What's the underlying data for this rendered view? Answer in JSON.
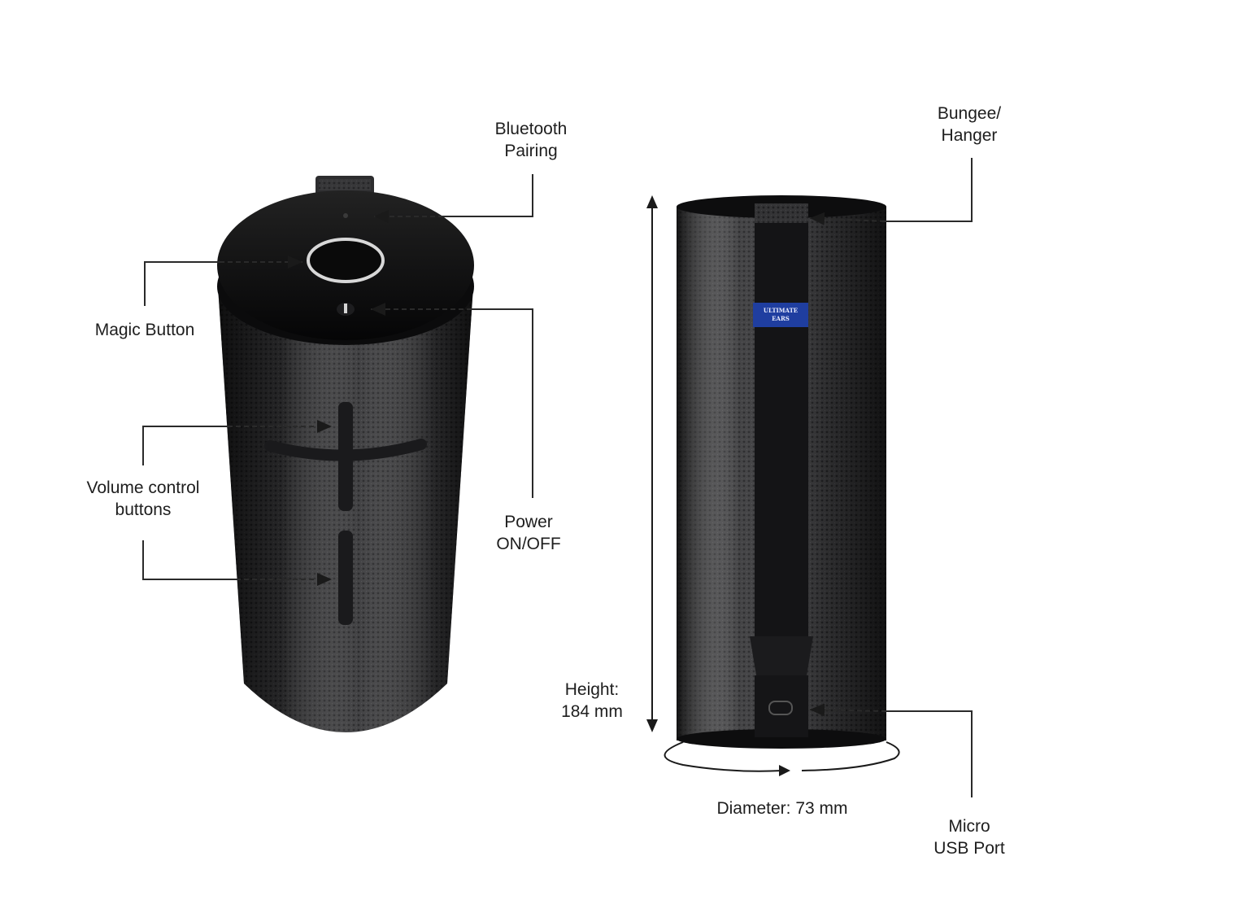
{
  "labels": {
    "bluetooth": [
      "Bluetooth",
      "Pairing"
    ],
    "magic": [
      "Magic Button"
    ],
    "volume": [
      "Volume control",
      "buttons"
    ],
    "power": [
      "Power",
      "ON/OFF"
    ],
    "bungee": [
      "Bungee/",
      "Hanger"
    ],
    "height": [
      "Height:",
      "184 mm"
    ],
    "diameter": [
      "Diameter: 73 mm"
    ],
    "usb": [
      "Micro",
      "USB Port"
    ]
  },
  "brand_badge": [
    "ULTIMATE",
    "EARS"
  ],
  "colors": {
    "body": "#3a3a3c",
    "top_cap": "#101012",
    "strap": "#141416",
    "badge": "#1f3ea0",
    "leader_line": "#2a2a2a"
  }
}
